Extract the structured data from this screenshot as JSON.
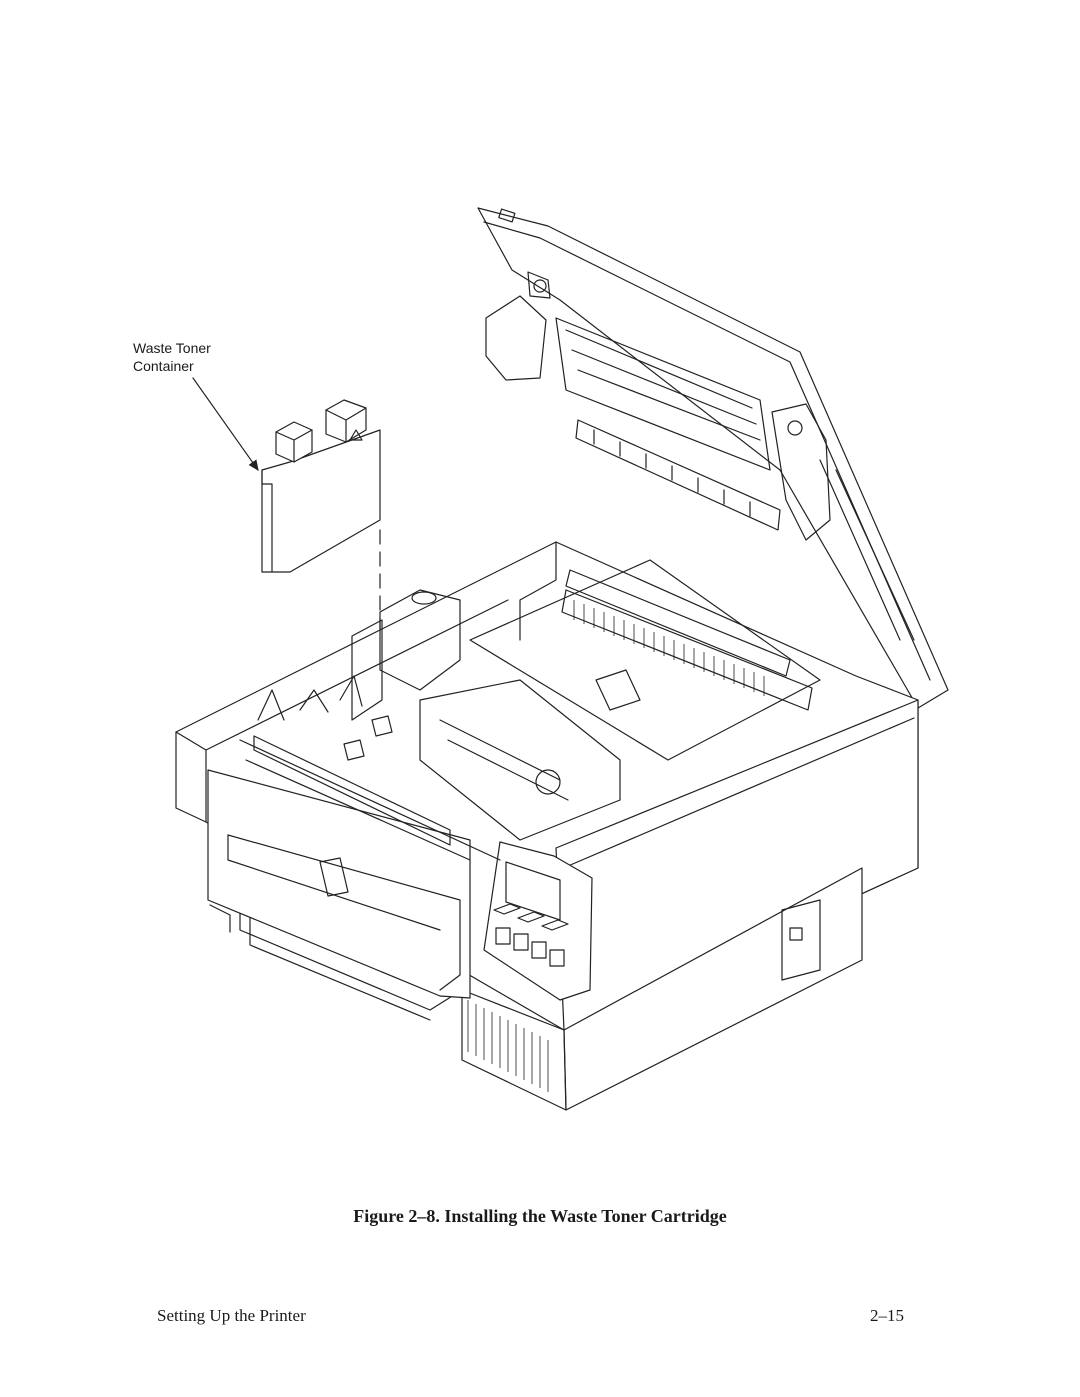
{
  "figure": {
    "callout_line1": "Waste Toner",
    "callout_line2": "Container",
    "caption": "Figure 2–8. Installing the Waste Toner Cartridge"
  },
  "footer": {
    "section_title": "Setting Up the Printer",
    "page_number": "2–15"
  }
}
